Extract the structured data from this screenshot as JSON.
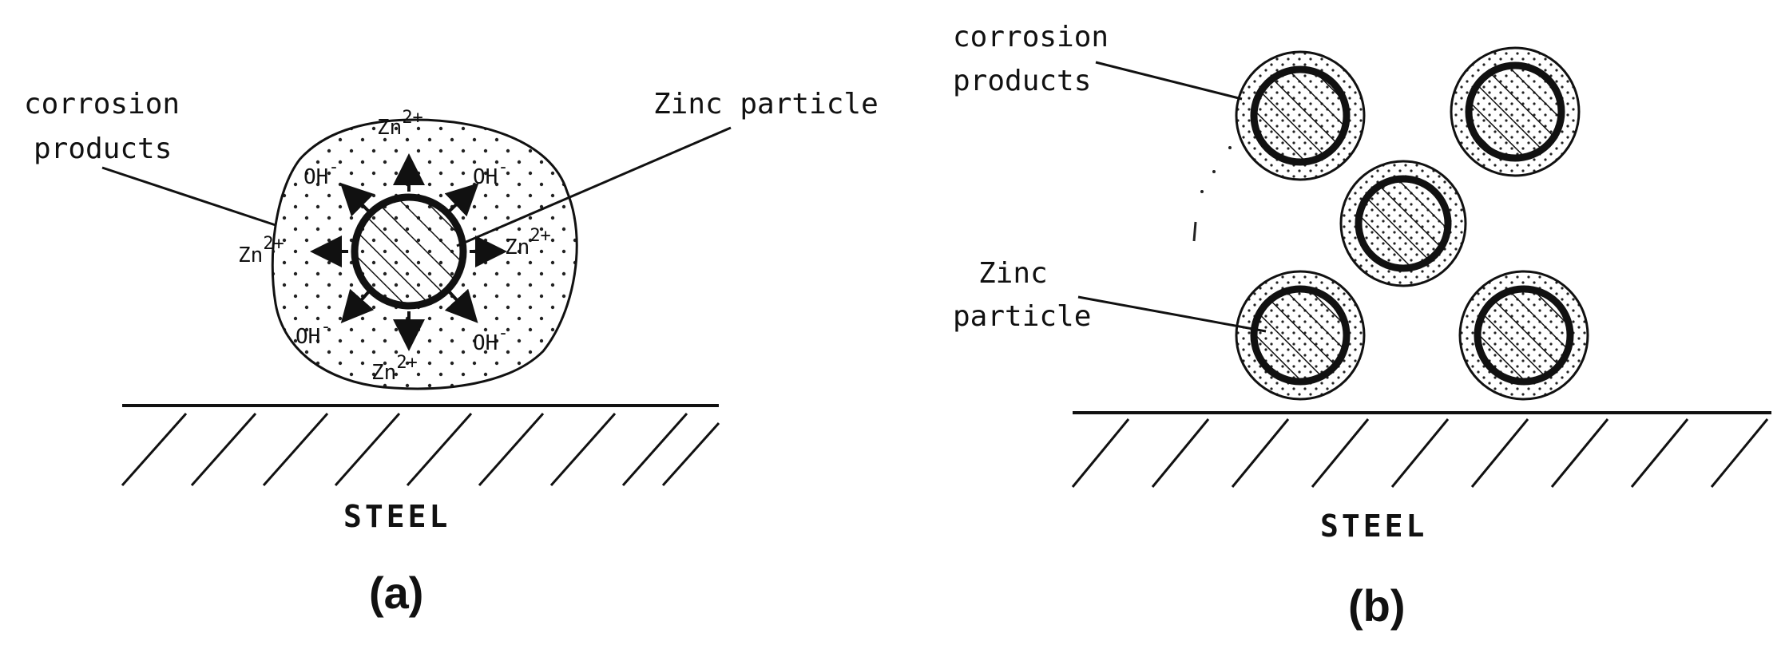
{
  "panel_a": {
    "corrosion_label_1": "corrosion",
    "corrosion_label_2": "products",
    "zinc_label": "Zinc particle",
    "ions": [
      {
        "base": "Zn",
        "sup": "2+"
      },
      {
        "base": "OH",
        "sup": "-"
      },
      {
        "base": "OH",
        "sup": "-"
      },
      {
        "base": "Zn",
        "sup": "2+"
      },
      {
        "base": "Zn",
        "sup": "2+"
      },
      {
        "base": "OH",
        "sup": "-"
      },
      {
        "base": "OH",
        "sup": "-"
      },
      {
        "base": "Zn",
        "sup": "2+"
      }
    ],
    "substrate_label": "STEEL",
    "caption": "(a)"
  },
  "panel_b": {
    "corrosion_label_1": "corrosion",
    "corrosion_label_2": "products",
    "zinc_label_1": "Zinc",
    "zinc_label_2": "particle",
    "substrate_label": "STEEL",
    "caption": "(b)"
  },
  "colors": {
    "ink": "#111111",
    "background": "#ffffff"
  }
}
